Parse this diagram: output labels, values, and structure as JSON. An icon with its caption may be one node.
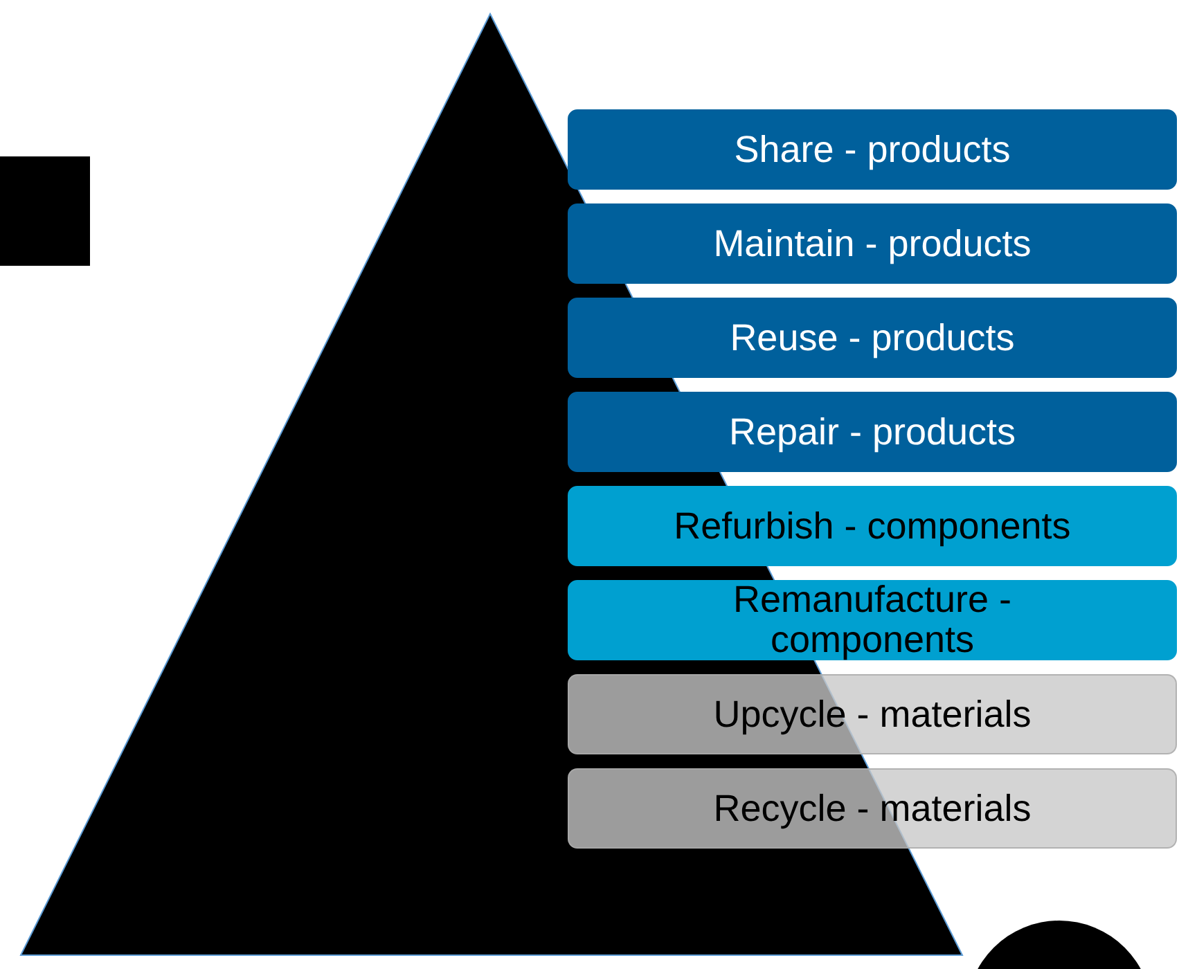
{
  "diagram": {
    "nodes": [
      {
        "text": [
          "Share - products"
        ]
      },
      {
        "text": [
          "Maintain - products"
        ]
      },
      {
        "text": [
          "Reuse - products"
        ]
      },
      {
        "text": [
          "Repair - products"
        ]
      },
      {
        "text": [
          "Refurbish - components"
        ]
      },
      {
        "text": [
          "Remanufacture - components"
        ]
      },
      {
        "text": [
          "Upcycle - materials"
        ]
      },
      {
        "text": [
          "Recycle - materials"
        ]
      },
      {
        "text": [],
        "shape": "box"
      },
      {
        "text": [],
        "shape": "circle"
      }
    ]
  }
}
